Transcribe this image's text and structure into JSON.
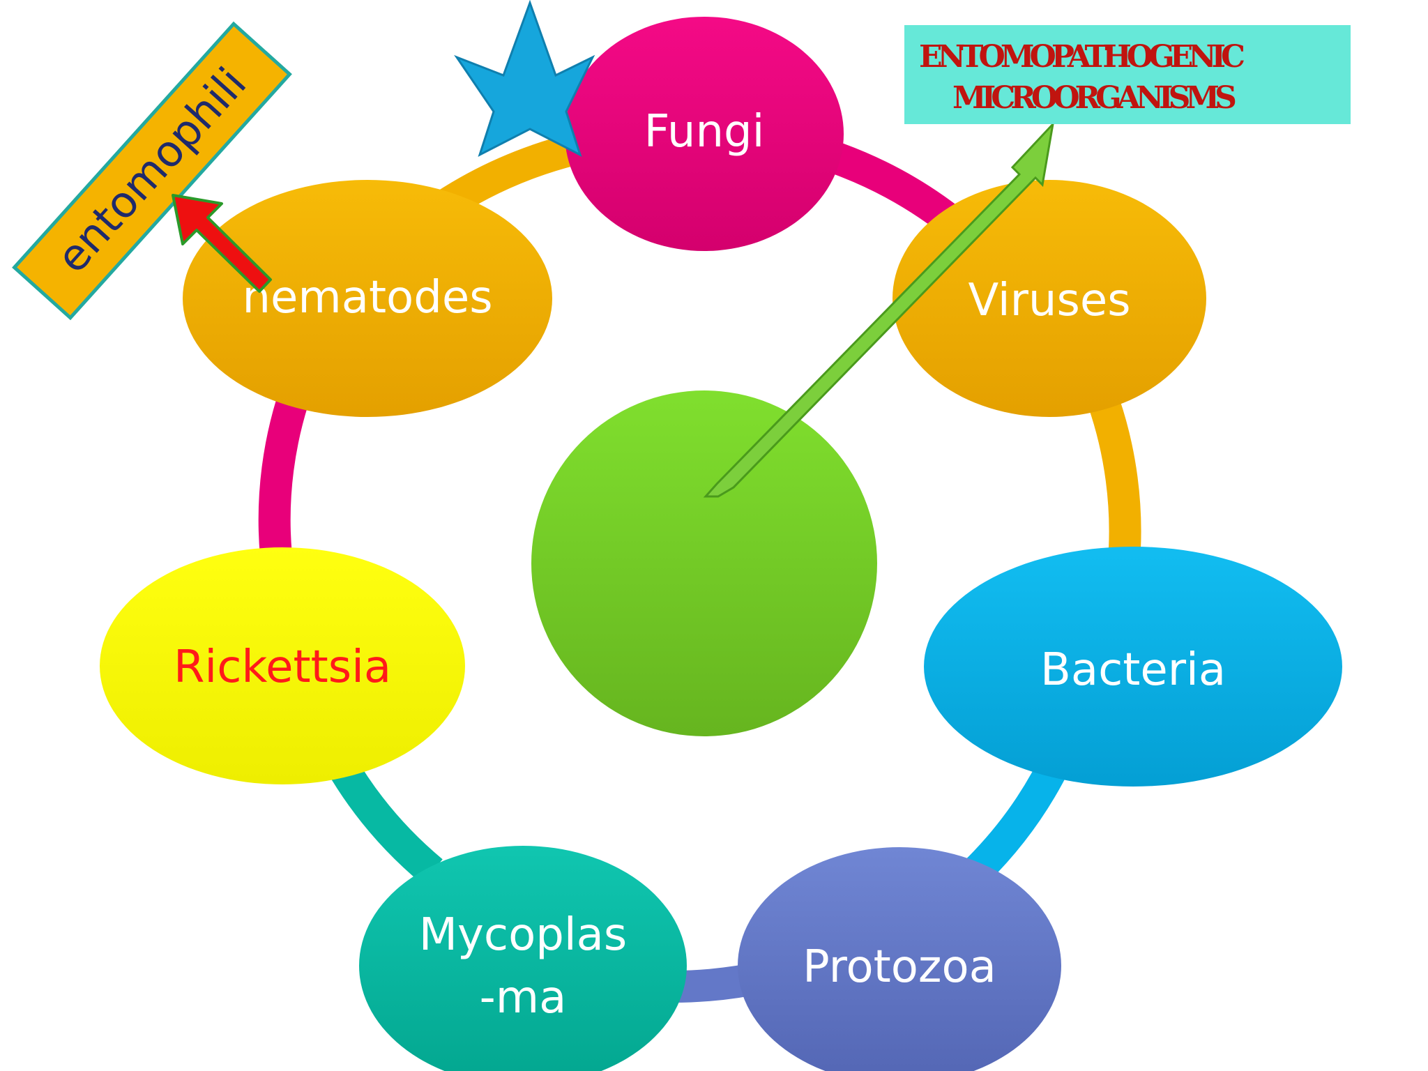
{
  "title": {
    "line1": "ENTOMOPATHOGENIC",
    "line2": "MICROORGANISMS",
    "bg": "#66e8d8",
    "color": "#c0140f"
  },
  "tag": {
    "text": "entomophili",
    "bg": "#f5b300",
    "border": "#23a9a0"
  },
  "center": {
    "color": "#79d62b"
  },
  "nodes": [
    {
      "id": "fungi",
      "label": "Fungi",
      "color": "#e8007a"
    },
    {
      "id": "viruses",
      "label": "Viruses",
      "color": "#f2b000"
    },
    {
      "id": "bacteria",
      "label": "Bacteria",
      "color": "#07b3ea"
    },
    {
      "id": "protozoa",
      "label": "Protozoa",
      "color": "#6378c8"
    },
    {
      "id": "mycoplasma",
      "label": "Mycoplas",
      "label2": "-ma",
      "color": "#07b9a3"
    },
    {
      "id": "rickettsia",
      "label": "Rickettsia",
      "color": "#fbfb00",
      "text_color": "#ff1a1a"
    },
    {
      "id": "nematodes",
      "label": "nematodes",
      "color": "#f2b000"
    }
  ],
  "ring_colors": {
    "fungi_viruses": "#e8007a",
    "viruses_bacteria": "#f2b000",
    "bacteria_protozoa": "#07b3ea",
    "protozoa_mycoplasma": "#6378c8",
    "mycoplasma_rickettsia": "#07b9a3",
    "rickettsia_nematodes": "#e8007a",
    "nematodes_fungi": "#f2b000"
  },
  "star_color": "#16a6dc",
  "red_arrow_color": "#ee1010",
  "green_arrow_color": "#7ccf3c"
}
